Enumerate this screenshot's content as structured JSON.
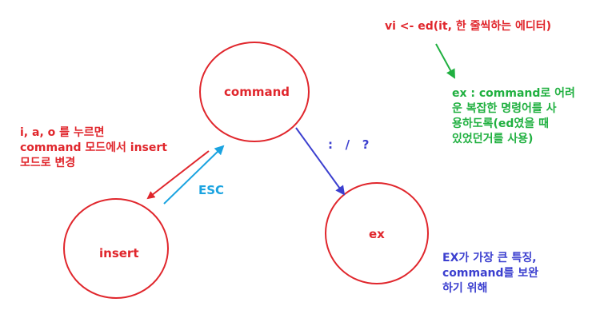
{
  "colors": {
    "red": "#e0262c",
    "blue": "#3b3fcf",
    "cyan": "#1aa3e0",
    "green": "#20b040"
  },
  "nodes": {
    "command": "command",
    "insert": "insert",
    "ex": "ex"
  },
  "edges": {
    "esc": "ESC",
    "colon_slash_question": ":   /   ?"
  },
  "notes": {
    "insert_info": "i, a, o 를 누르면\ncommand 모드에서 insert\n모드로 변경",
    "vi_origin": "vi <- ed(it, 한 줄씩하는 에디터)",
    "ex_info": "ex : command로 어려\n운 복잡한 명령어를 사\n용하도록(ed였을 때\n있었던거를 사용)",
    "ex_feature": "EX가 가장 큰 특징,\ncommand를 보완\n하기 위해"
  }
}
